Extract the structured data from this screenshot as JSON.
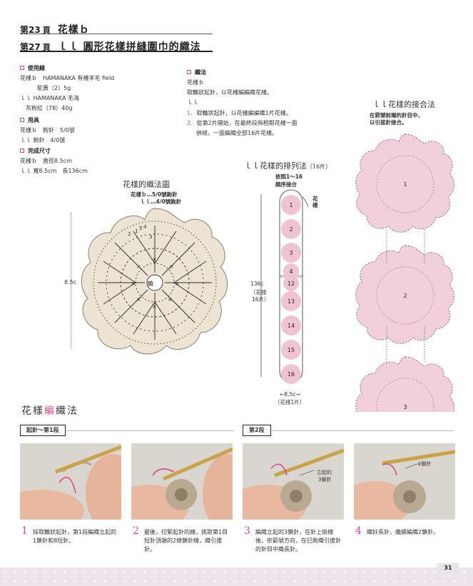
{
  "header": {
    "line1": {
      "prefix": "第23",
      "page_char": "頁",
      "title": "花樣ｂ"
    },
    "line2": {
      "prefix": "第27",
      "page_char": "頁",
      "title": "ｌｌ 圓形花樣拼縫圍巾的織法"
    }
  },
  "materials": {
    "heading_yarn": "使用線",
    "yarn": [
      "花樣ｂ　HAMANAKA 有機羊毛 field",
      "　　　駝黃（2）5g",
      "ｌｌ HAMANAKA 毛海",
      "　灰粉紅（78）40g"
    ],
    "heading_tools": "用具",
    "tools": [
      "花樣ｂ　鉤針　5/0號",
      "ｌｌ 鉤針　4/0號"
    ],
    "heading_size": "完成尺寸",
    "size": [
      "花樣ｂ　直徑8.5cm",
      "ｌｌ 寬8.5cm　長136cm"
    ]
  },
  "method": {
    "heading": "織法",
    "lines": [
      "花樣ｂ",
      "取輪狀起針，以花樣編編織花樣。",
      "ｌｌ"
    ],
    "steps": [
      {
        "n": "1.",
        "text": "取輪狀起針，以花樣編編織1片花樣。"
      },
      {
        "n": "2.",
        "text": "從第2片開始，在最終段與相鄰花樣一面"
      },
      {
        "n": "",
        "text": "併縫，一面編織全部16片花樣。"
      }
    ]
  },
  "diagram": {
    "title": "花樣的織法圖",
    "legend": [
      "花樣ｂ…5/0號鉤針",
      "ｌｌ…4/0號鉤針"
    ],
    "center_label": "輪",
    "size_label": "8.5c"
  },
  "arrangement": {
    "title": "ｌｌ花樣的排列法",
    "title_suffix": "（16片）",
    "order_note": [
      "依照1～16",
      "順序接合"
    ],
    "side_label": "花樣",
    "circles": [
      "1",
      "2",
      "3",
      "4",
      "12",
      "13",
      "14",
      "15",
      "16"
    ],
    "length_label": [
      "136c",
      "（花樣",
      "16片）"
    ],
    "width_label": [
      "←8.5c→",
      "（花樣1片）"
    ]
  },
  "joining": {
    "title": "ｌｌ花樣的接合法",
    "note": [
      "在箭號前端的針目中，",
      "以引拔針接合。"
    ],
    "motifs": [
      "1",
      "2",
      "3"
    ]
  },
  "technique": {
    "title_parts": [
      "花樣",
      "編",
      "織法"
    ],
    "section1": "起針～第1段",
    "section2": "第2段",
    "photo3_label": [
      "立起的",
      "3鎖針"
    ],
    "photo4_label": "2鎖針",
    "steps": [
      {
        "n": "1",
        "text": "採取輪狀起針，第1段編織立起的1鎖針和8短針。"
      },
      {
        "n": "2",
        "text": "最後，拉緊起針的線，挑取第1目短針頂端的2條鎖針線，織引拔針。"
      },
      {
        "n": "3",
        "text": "編織立起的3鎖針，在針上掛線後，依箭號方向，在已鉤織引拔針的針目中織長針。"
      },
      {
        "n": "4",
        "text": "織好長針，繼續編織2鎖針。"
      }
    ]
  },
  "page_number": "31",
  "colors": {
    "accent": "#d94a8a",
    "motif_beige": "#ece3d3",
    "motif_pink": "#f1cfdc",
    "circle_pink": "#f0c3d4"
  }
}
